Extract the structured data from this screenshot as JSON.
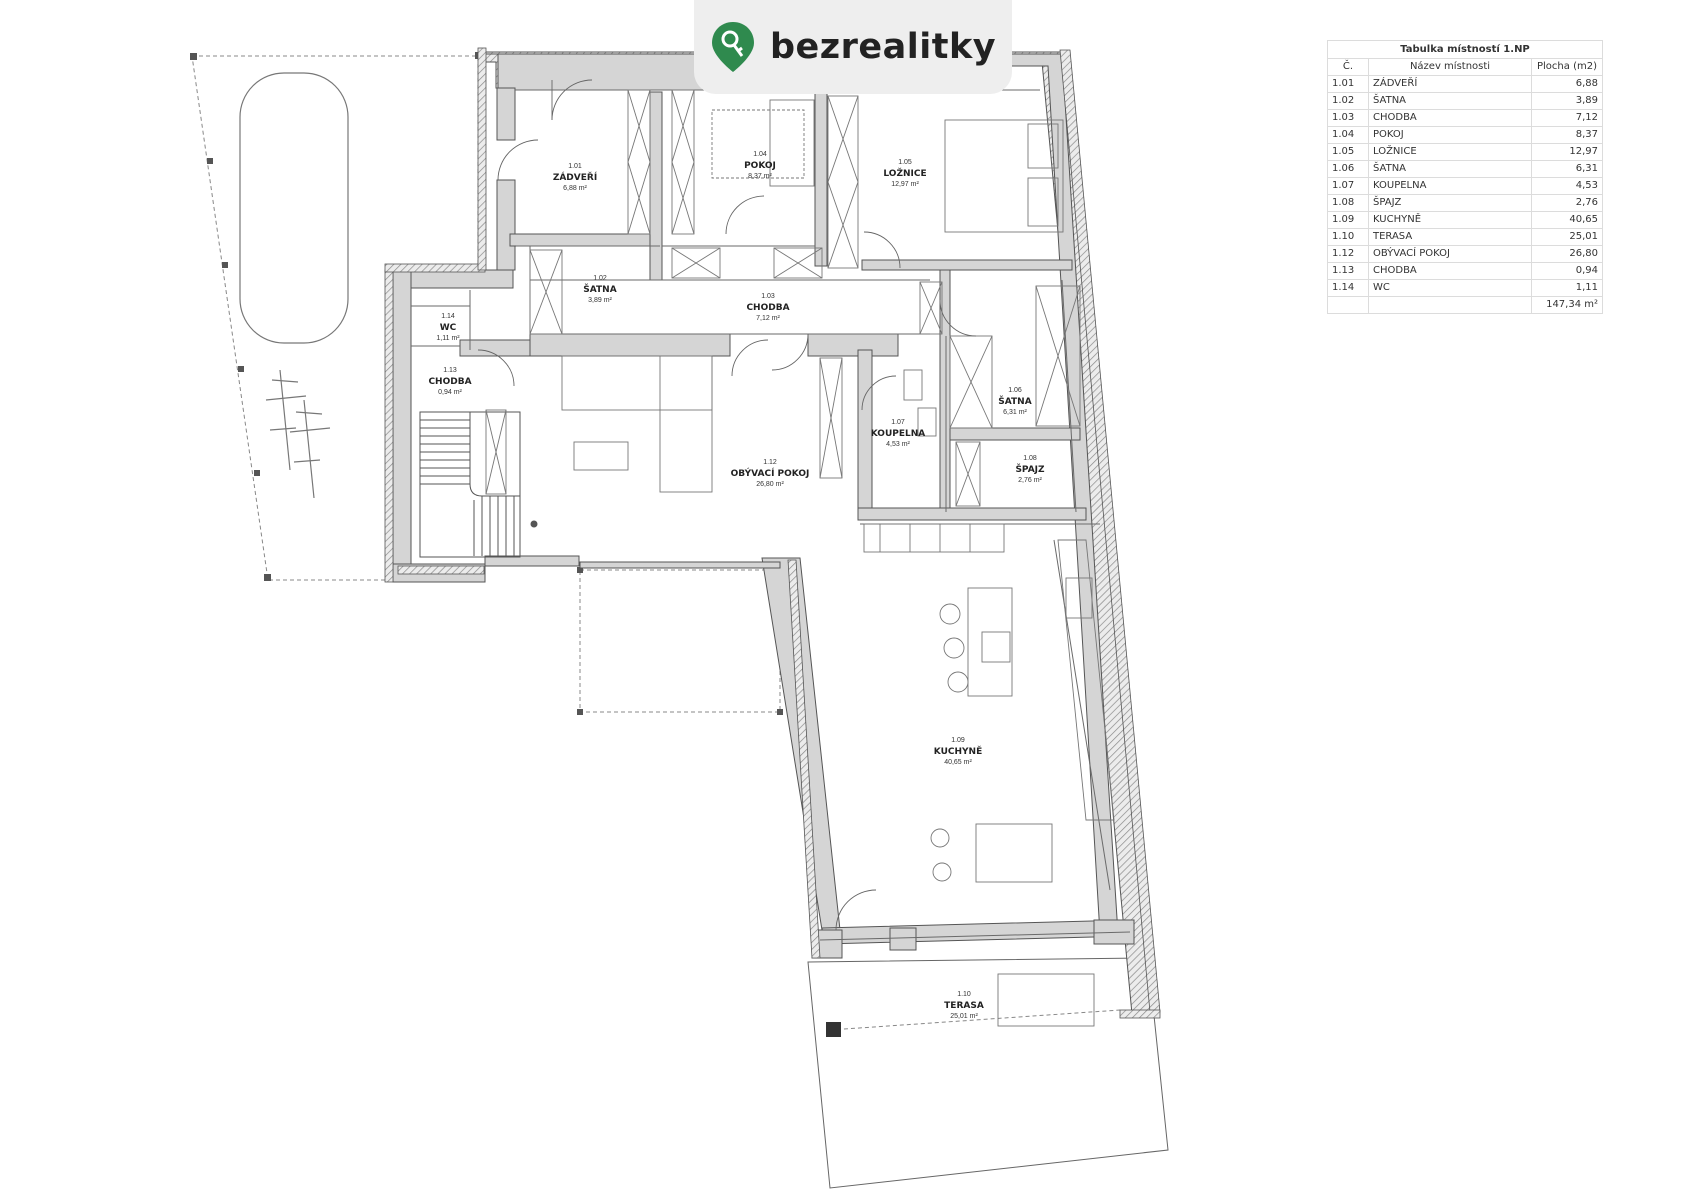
{
  "brand": {
    "name": "bezrealitky",
    "pin_color": "#2f8a4e"
  },
  "colors": {
    "wall": "#d5d5d5",
    "wall_outline": "#555555",
    "line": "#6a6a6a",
    "hatch": "#8a8a8a"
  },
  "rooms": [
    {
      "num": "1.01",
      "name": "ZÁDVEŘÍ",
      "area": "6,88 m²"
    },
    {
      "num": "1.04",
      "name": "POKOJ",
      "area": "8,37 m²"
    },
    {
      "num": "1.05",
      "name": "LOŽNICE",
      "area": "12,97 m²"
    },
    {
      "num": "1.02",
      "name": "ŠATNA",
      "area": "3,89 m²"
    },
    {
      "num": "1.03",
      "name": "CHODBA",
      "area": "7,12 m²"
    },
    {
      "num": "1.14",
      "name": "WC",
      "area": "1,11 m²"
    },
    {
      "num": "1.13",
      "name": "CHODBA",
      "area": "0,94 m²"
    },
    {
      "num": "1.06",
      "name": "ŠATNA",
      "area": "6,31 m²"
    },
    {
      "num": "1.07",
      "name": "KOUPELNA",
      "area": "4,53 m²"
    },
    {
      "num": "1.08",
      "name": "ŠPAJZ",
      "area": "2,76 m²"
    },
    {
      "num": "1.12",
      "name": "OBÝVACÍ POKOJ",
      "area": "26,80 m²"
    },
    {
      "num": "1.09",
      "name": "KUCHYNĚ",
      "area": "40,65 m²"
    },
    {
      "num": "1.10",
      "name": "TERASA",
      "area": "25,01 m²"
    }
  ],
  "table": {
    "title": "Tabulka místností 1.NP",
    "headers": {
      "no": "Č.",
      "name": "Název místnosti",
      "area": "Plocha (m2)"
    },
    "rows": [
      {
        "no": "1.01",
        "name": "ZÁDVEŘÍ",
        "area": "6,88"
      },
      {
        "no": "1.02",
        "name": "ŠATNA",
        "area": "3,89"
      },
      {
        "no": "1.03",
        "name": "CHODBA",
        "area": "7,12"
      },
      {
        "no": "1.04",
        "name": "POKOJ",
        "area": "8,37"
      },
      {
        "no": "1.05",
        "name": "LOŽNICE",
        "area": "12,97"
      },
      {
        "no": "1.06",
        "name": "ŠATNA",
        "area": "6,31"
      },
      {
        "no": "1.07",
        "name": "KOUPELNA",
        "area": "4,53"
      },
      {
        "no": "1.08",
        "name": "ŠPAJZ",
        "area": "2,76"
      },
      {
        "no": "1.09",
        "name": "KUCHYNĚ",
        "area": "40,65"
      },
      {
        "no": "1.10",
        "name": "TERASA",
        "area": "25,01"
      },
      {
        "no": "1.12",
        "name": "OBÝVACÍ POKOJ",
        "area": "26,80"
      },
      {
        "no": "1.13",
        "name": "CHODBA",
        "area": "0,94"
      },
      {
        "no": "1.14",
        "name": "WC",
        "area": "1,11"
      }
    ],
    "total": "147,34 m²"
  }
}
